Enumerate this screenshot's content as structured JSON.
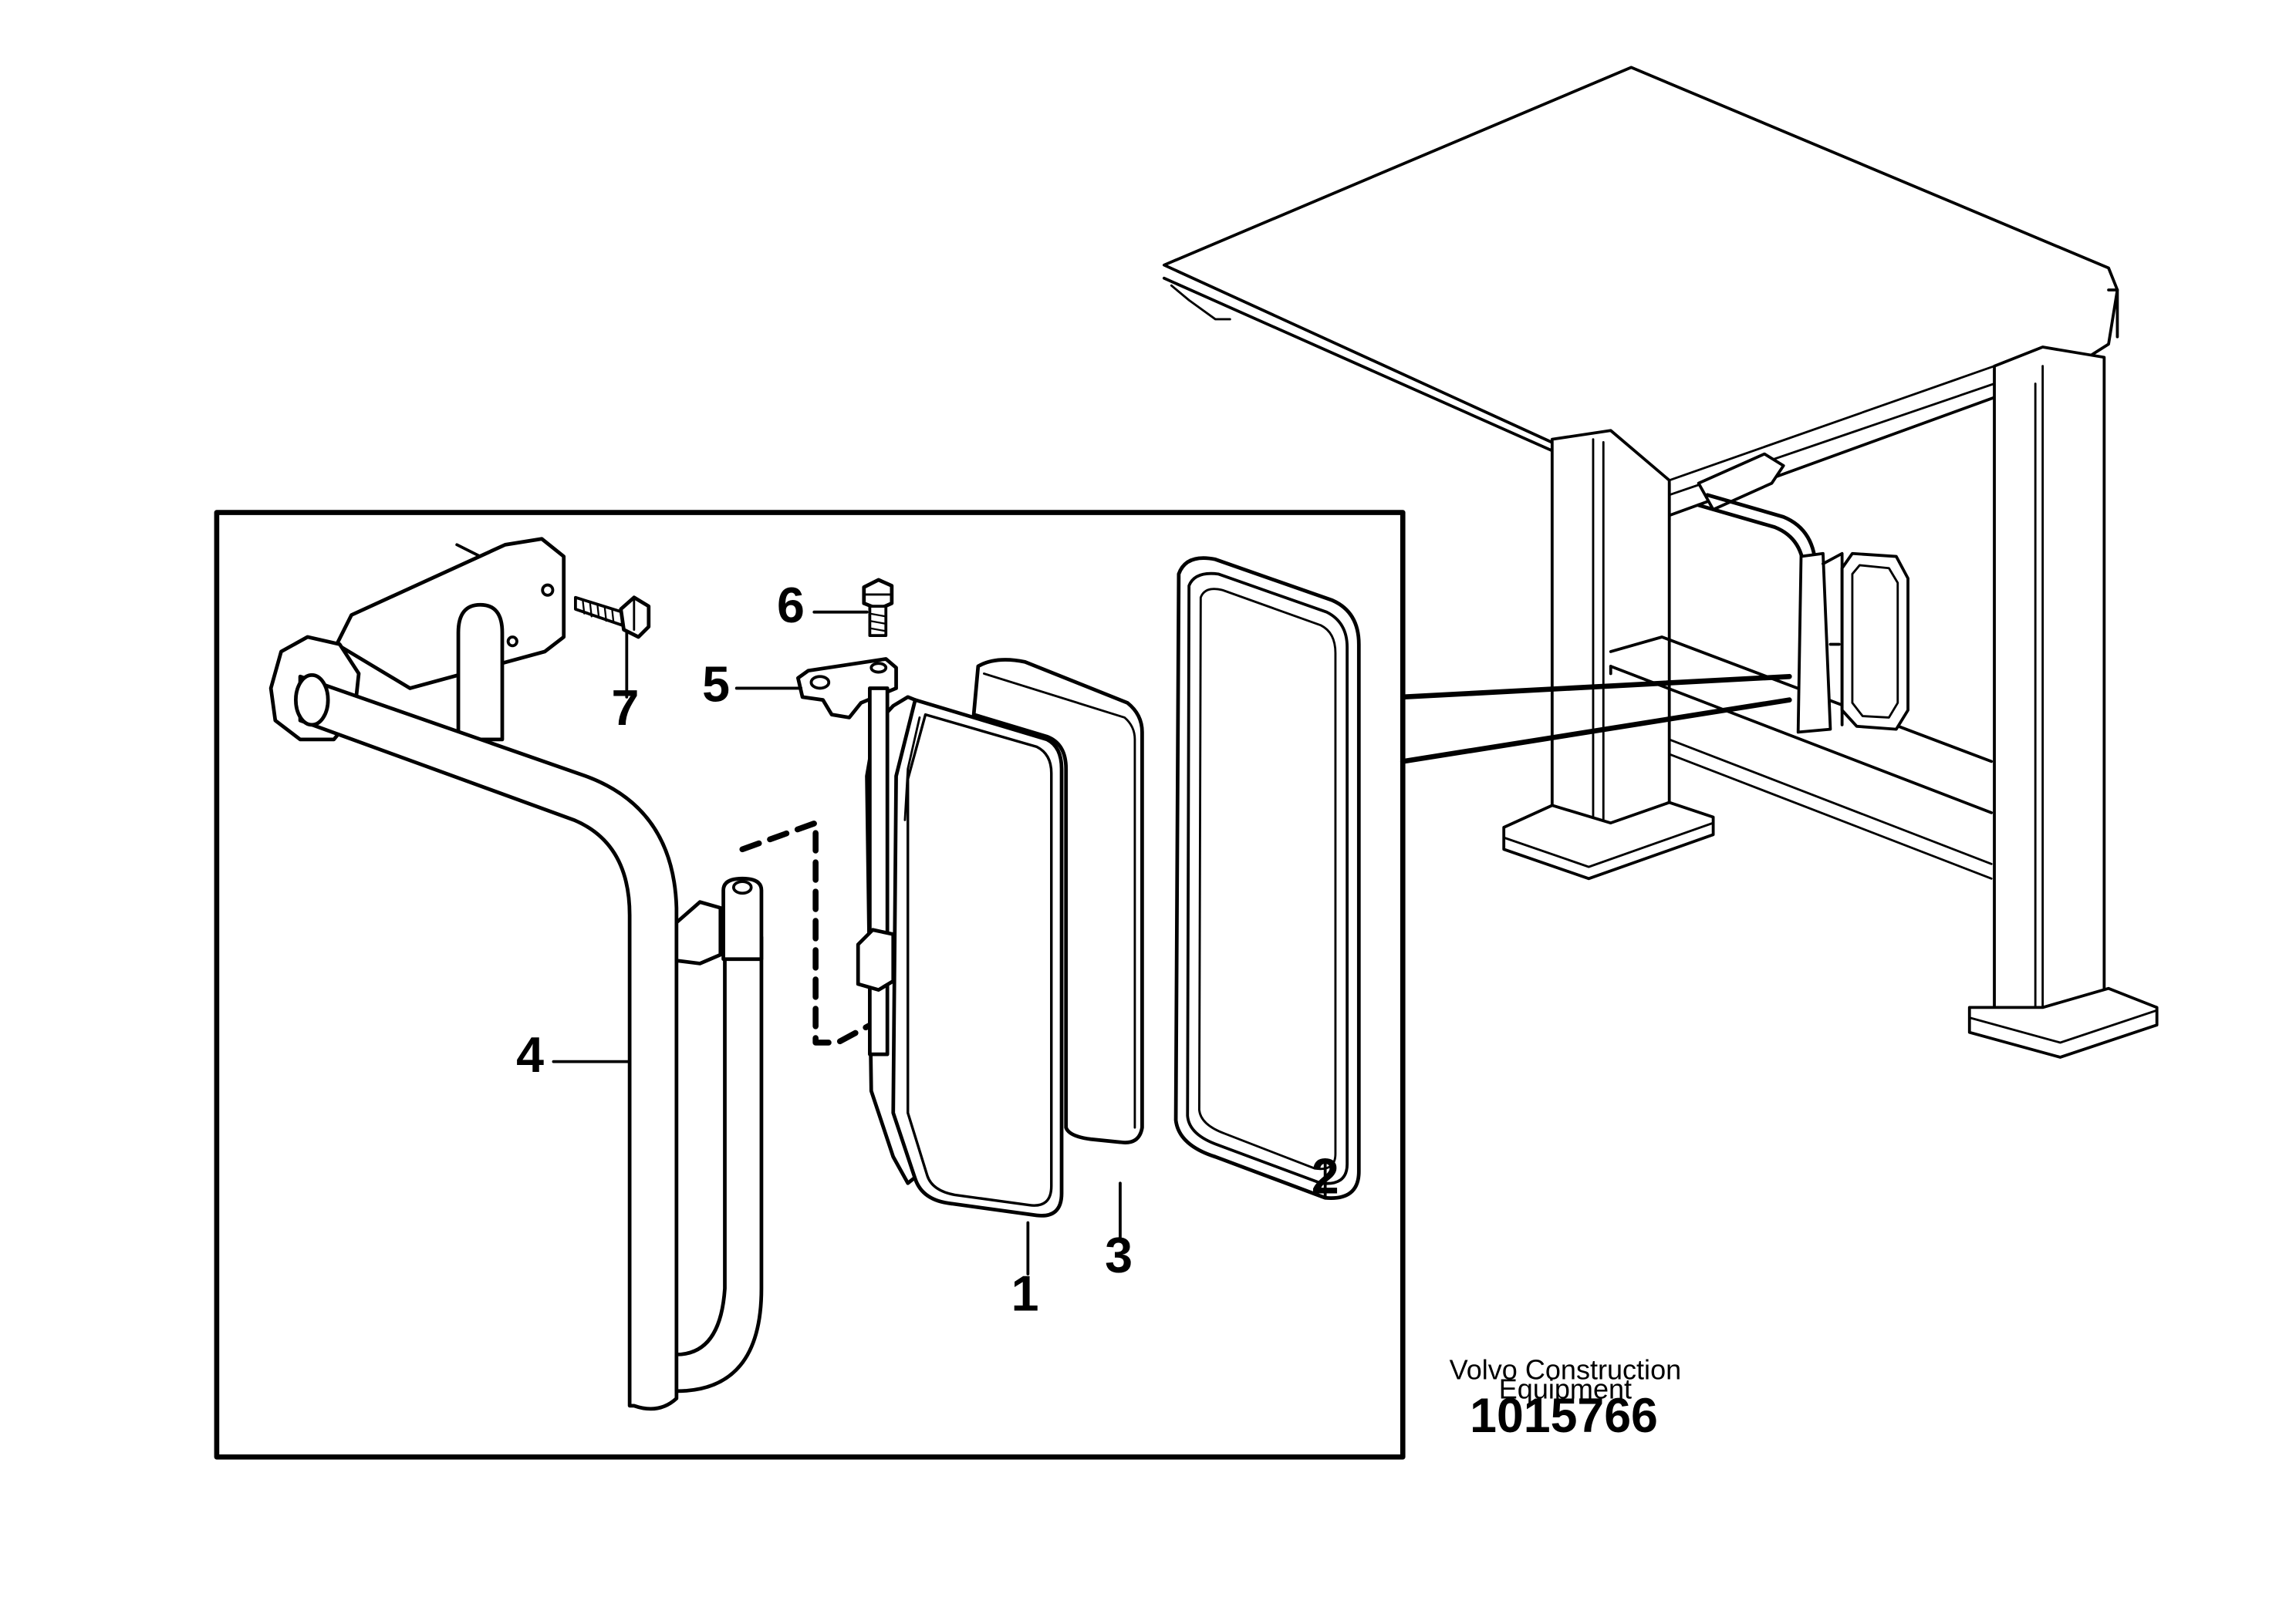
{
  "callouts": [
    "1",
    "2",
    "3",
    "4",
    "5",
    "6",
    "7"
  ],
  "caption": {
    "line1": "Volvo Construction",
    "line2": "Equipment",
    "doc_number": "1015766"
  }
}
